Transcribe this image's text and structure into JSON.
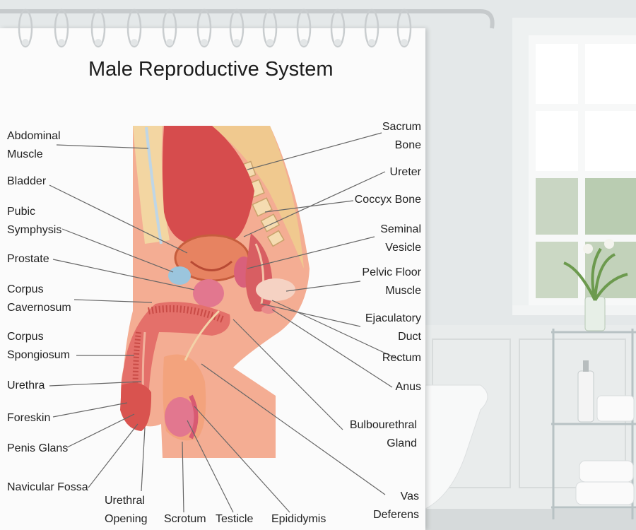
{
  "title": "Male Reproductive System",
  "labels_left": {
    "abdominal_muscle": [
      "Abdominal",
      "Muscle"
    ],
    "bladder": "Bladder",
    "pubic_symphysis": [
      "Pubic",
      "Symphysis"
    ],
    "prostate": "Prostate",
    "corpus_cavernosum": [
      "Corpus",
      "Cavernosum"
    ],
    "corpus_spongiosum": [
      "Corpus",
      "Spongiosum"
    ],
    "urethra": "Urethra",
    "foreskin": "Foreskin",
    "penis_glans": "Penis Glans",
    "navicular_fossa": "Navicular Fossa"
  },
  "labels_bottom": {
    "urethral_opening": [
      "Urethral",
      "Opening"
    ],
    "scrotum": "Scrotum",
    "testicle": "Testicle",
    "epididymis": "Epididymis"
  },
  "labels_right": {
    "sacrum_bone": [
      "Sacrum",
      "Bone"
    ],
    "ureter": "Ureter",
    "coccyx_bone": "Coccyx Bone",
    "seminal_vesicle": [
      "Seminal",
      "Vesicle"
    ],
    "pelvic_floor_muscle": [
      "Pelvic Floor",
      "Muscle"
    ],
    "ejaculatory_duct": [
      "Ejaculatory",
      "Duct"
    ],
    "rectum": "Rectum",
    "anus": "Anus",
    "bulbourethral_gland": [
      "Bulbourethral",
      "Gland"
    ],
    "vas_deferens": [
      "Vas",
      "Deferens"
    ]
  },
  "colors": {
    "skin": "#f3a98e",
    "tissue": "#e86a55",
    "bladder": "#d9534f",
    "fat": "#f5d9a8",
    "wall": "#fbfbfb",
    "rod": "#cfd3d6"
  }
}
